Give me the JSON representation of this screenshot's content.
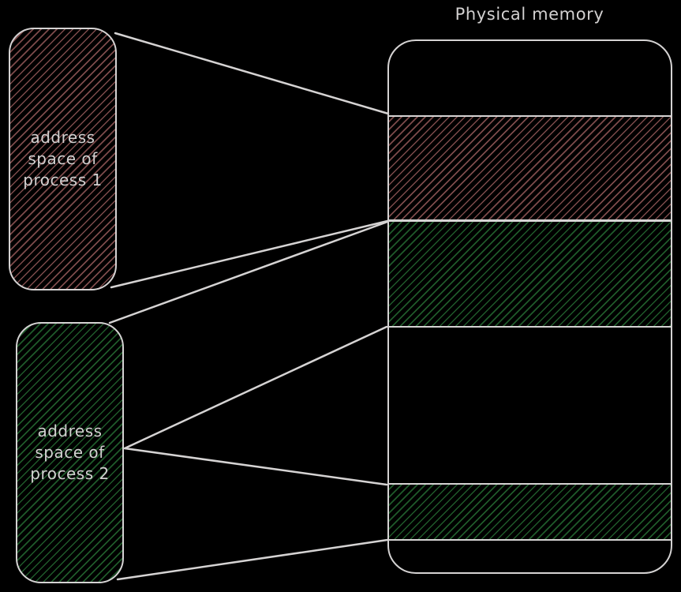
{
  "title": "Physical memory",
  "process1": {
    "label": "address space of process 1",
    "label_lines": [
      "address",
      "space of",
      "process 1"
    ],
    "hatch_color": "#7d4b4b"
  },
  "process2": {
    "label": "address space of process 2",
    "label_lines": [
      "address",
      "space of",
      "process 2"
    ],
    "hatch_color": "#1f5a2a"
  },
  "physical_memory": {
    "regions": [
      {
        "fill": "empty"
      },
      {
        "fill": "red-hatch",
        "belongs_to": "process 1"
      },
      {
        "fill": "green-hatch",
        "belongs_to": "process 2"
      },
      {
        "fill": "empty"
      },
      {
        "fill": "green-hatch",
        "belongs_to": "process 2"
      },
      {
        "fill": "empty"
      }
    ]
  },
  "mappings": [
    {
      "from": "process 1 top",
      "to": "red region top"
    },
    {
      "from": "process 1 bottom",
      "to": "red region bottom"
    },
    {
      "from": "process 2 top",
      "to": "green region 1 top"
    },
    {
      "from": "process 2 middle",
      "to": "green region 1 bottom"
    },
    {
      "from": "process 2 middle",
      "to": "green region 2 top"
    },
    {
      "from": "process 2 bottom",
      "to": "green region 2 bottom"
    }
  ],
  "colors": {
    "background": "#000000",
    "stroke": "#d5d3d3",
    "text": "#d2d0d0",
    "red_hatch": "#7d4b4b",
    "green_hatch": "#1f5a2a"
  }
}
